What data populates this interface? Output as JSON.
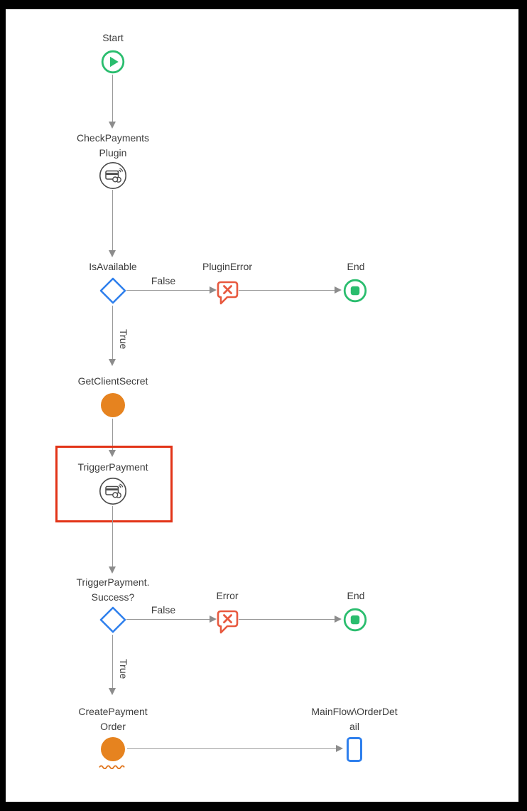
{
  "colors": {
    "green": "#2abd6e",
    "blue": "#2f80ed",
    "orange": "#e6831f",
    "red": "#e8593f",
    "selection": "#e23317",
    "squiggle": "#e0751c",
    "line": "#9b9b9b",
    "arrow": "#8c8c8c",
    "icon": "#4a4a4a",
    "text": "#3d3d3d",
    "canvas_bg": "#ffffff",
    "frame_bg": "#000000"
  },
  "nodes": {
    "start": {
      "label": "Start"
    },
    "check_payments_plugin": {
      "label": "CheckPayments\nPlugin"
    },
    "is_available": {
      "label": "IsAvailable"
    },
    "plugin_error": {
      "label": "PluginError"
    },
    "end_top": {
      "label": "End"
    },
    "get_client_secret": {
      "label": "GetClientSecret"
    },
    "trigger_payment": {
      "label": "TriggerPayment"
    },
    "trigger_payment_success": {
      "label": "TriggerPayment.\nSuccess?"
    },
    "error": {
      "label": "Error"
    },
    "end_bottom": {
      "label": "End"
    },
    "create_payment_order": {
      "label": "CreatePayment\nOrder"
    },
    "order_detail": {
      "label": "MainFlow\\OrderDet\nail"
    }
  },
  "edges": {
    "is_available_false": {
      "label": "False"
    },
    "is_available_true": {
      "label": "True"
    },
    "success_false": {
      "label": "False"
    },
    "success_true": {
      "label": "True"
    }
  }
}
